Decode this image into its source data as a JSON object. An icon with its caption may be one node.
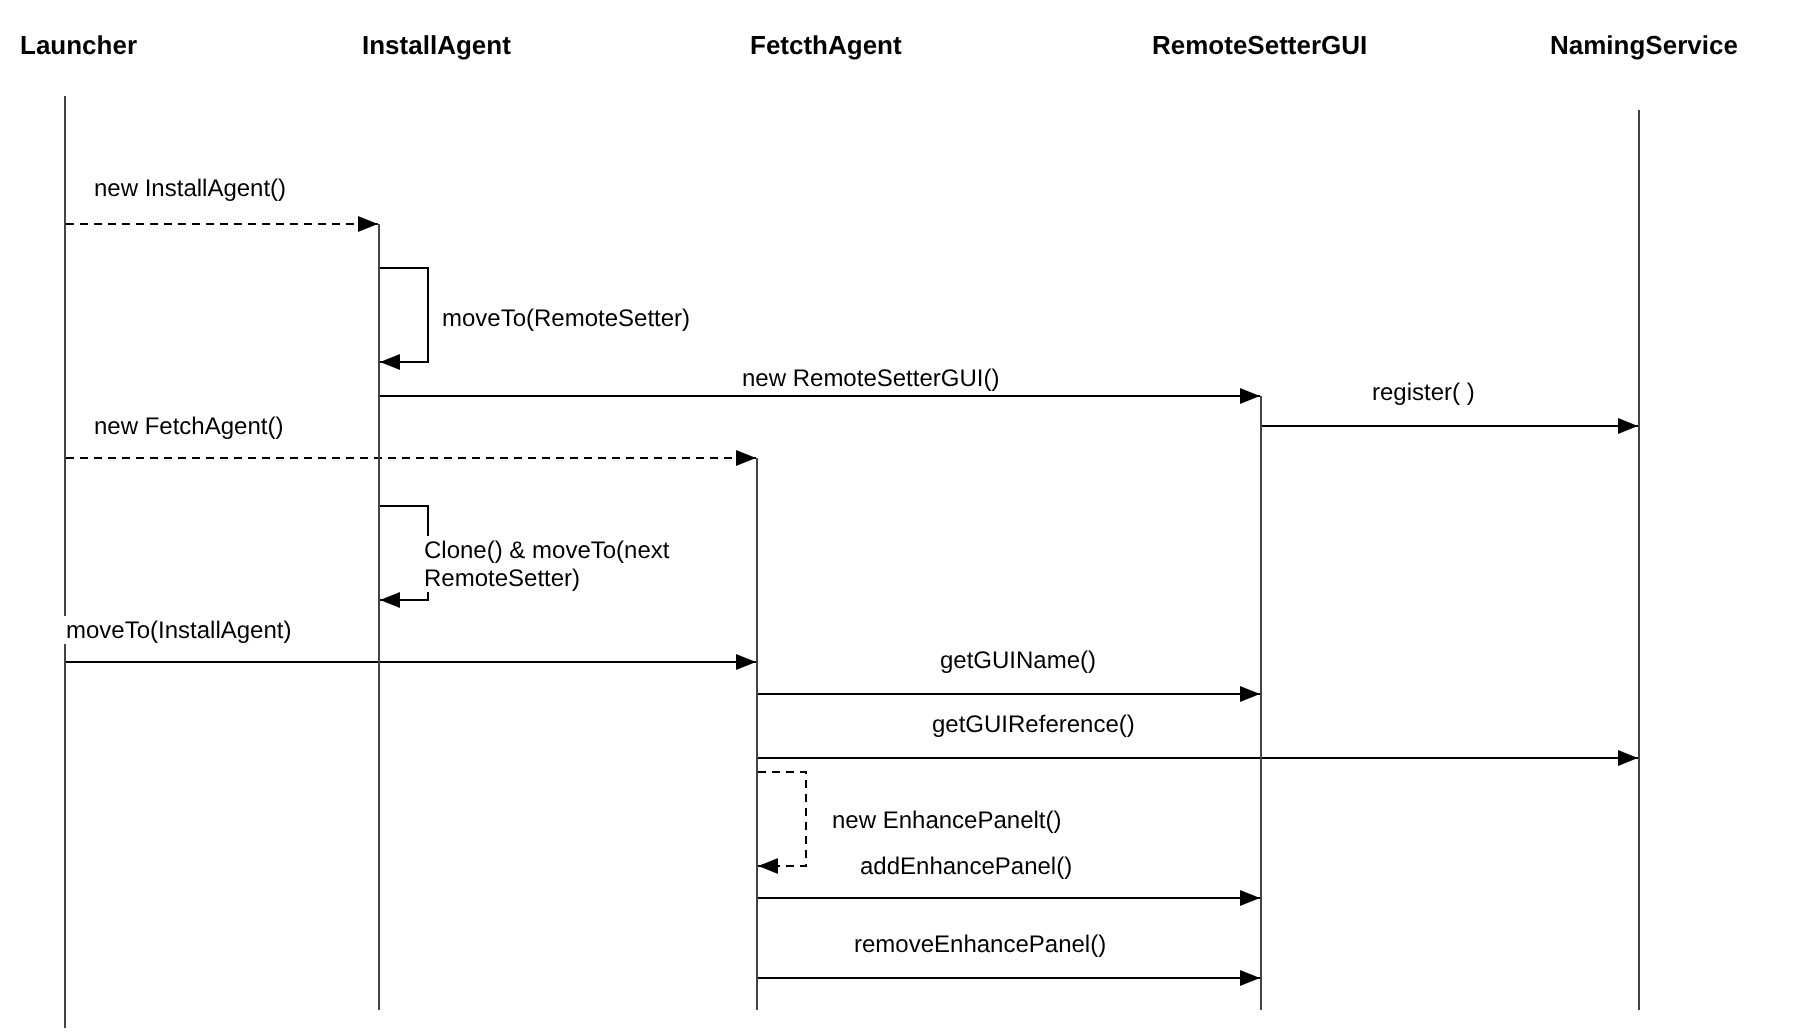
{
  "diagram": {
    "nodes": [
      {
        "text": [
          "Launcher"
        ]
      },
      {
        "text": [
          "InstallAgent"
        ]
      },
      {
        "text": [
          "FetcthAgent"
        ]
      },
      {
        "text": [
          "RemoteSetterGUI"
        ]
      },
      {
        "text": [
          "NamingService"
        ]
      },
      {
        "text": [],
        "shape": "bar"
      },
      {
        "text": [],
        "shape": "bar"
      },
      {
        "text": [],
        "shape": "bar"
      },
      {
        "text": [],
        "shape": "bar"
      },
      {
        "text": [],
        "shape": "bar"
      }
    ],
    "edges": [
      {
        "from": 5,
        "to": 6,
        "arrow": "to",
        "label": "new InstallAgent()",
        "style": "dashed"
      },
      {
        "from": 6,
        "to": 6,
        "arrow": "to",
        "label": "moveTo(RemoteSetter)"
      },
      {
        "from": 6,
        "to": 8,
        "arrow": "to",
        "label": "new RemoteSetterGUI()"
      },
      {
        "from": 8,
        "to": 9,
        "arrow": "to",
        "label": "register( )"
      },
      {
        "from": 5,
        "to": 7,
        "arrow": "to",
        "label": "new FetchAgent()",
        "style": "dashed"
      },
      {
        "from": 6,
        "to": 6,
        "arrow": "to",
        "label": "Clone() & moveTo(next RemoteSetter)"
      },
      {
        "from": 5,
        "to": 7,
        "arrow": "to",
        "label": "moveTo(InstallAgent)"
      },
      {
        "from": 7,
        "to": 8,
        "arrow": "to",
        "label": "getGUIName()"
      },
      {
        "from": 7,
        "to": 9,
        "arrow": "to",
        "label": "getGUIReference()"
      },
      {
        "from": 7,
        "to": 7,
        "arrow": "to",
        "label": "new EnhancePanelt()",
        "style": "dashed"
      },
      {
        "from": 7,
        "to": 8,
        "arrow": "to",
        "label": "addEnhancePanel()"
      },
      {
        "from": 7,
        "to": 8,
        "arrow": "to",
        "label": "removeEnhancePanel()"
      }
    ]
  }
}
